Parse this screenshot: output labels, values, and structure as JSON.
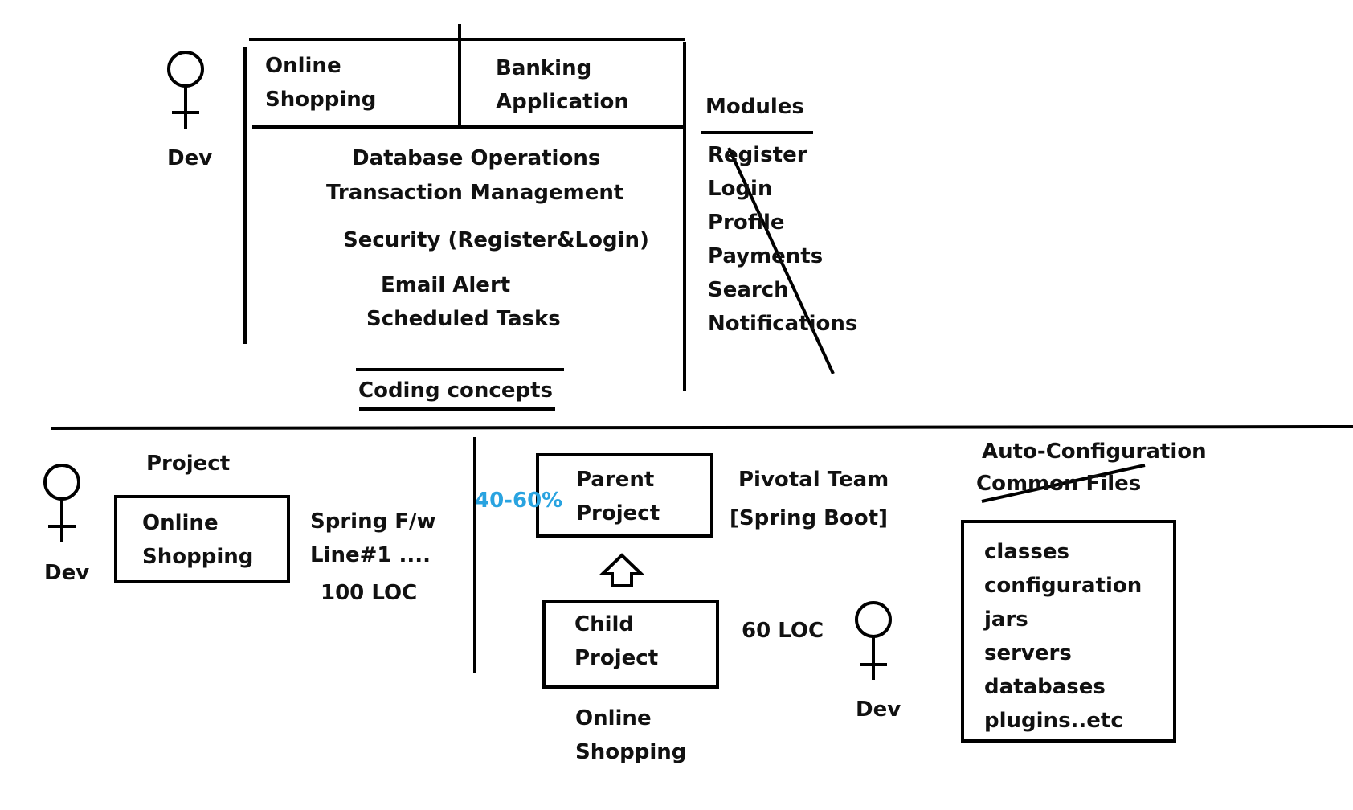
{
  "colors": {
    "ink": "#111111",
    "accent": "#29a3e0",
    "background": "#ffffff"
  },
  "icons": [
    "dev-figure-icon",
    "up-arrow-icon"
  ],
  "top": {
    "dev_label": "Dev",
    "app1_line1": "Online",
    "app1_line2": "Shopping",
    "app2_line1": "Banking",
    "app2_line2": "Application",
    "concepts": [
      "Database Operations",
      "Transaction Management",
      "Security (Register&Login)",
      "Email Alert",
      "Scheduled Tasks"
    ],
    "concepts_label": "Coding concepts",
    "modules_title": "Modules",
    "modules": [
      "Register",
      "Login",
      "Profile",
      "Payments",
      "Search",
      "Notifications"
    ]
  },
  "bottom": {
    "dev_label_left": "Dev",
    "project_label": "Project",
    "project_box_line1": "Online",
    "project_box_line2": "Shopping",
    "spring_fw": "Spring F/w",
    "line1": "Line#1 ....",
    "loc_100": "100 LOC",
    "percent": "40-60%",
    "parent_line1": "Parent",
    "parent_line2": "Project",
    "pivotal_team": "Pivotal Team",
    "spring_boot": "[Spring Boot]",
    "child_line1": "Child",
    "child_line2": "Project",
    "loc_60": "60 LOC",
    "child_caption_line1": "Online",
    "child_caption_line2": "Shopping",
    "dev_label_right": "Dev",
    "auto_config": "Auto-Configuration",
    "common_files": "Common Files",
    "files": [
      "classes",
      "configuration",
      "jars",
      "servers",
      "databases",
      "plugins..etc"
    ]
  }
}
